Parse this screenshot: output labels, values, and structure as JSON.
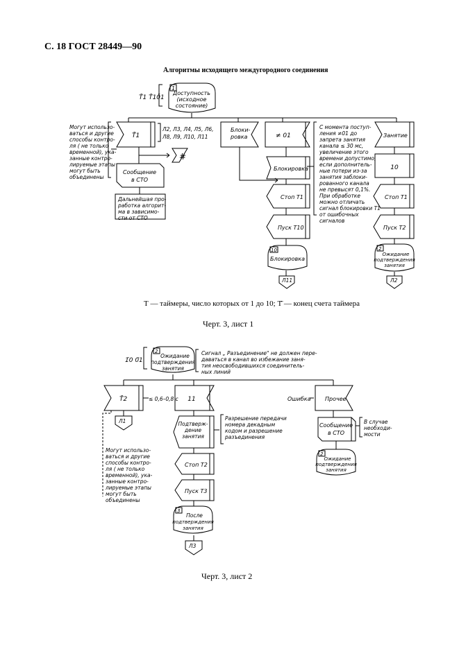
{
  "header": "С. 18 ГОСТ 28449—90",
  "title": "Алгоритмы исходящего междугородного соединения",
  "sheet1": {
    "inputs": "Т̄1  Т̄10̄1",
    "state_num": "1",
    "state": [
      "Доступность",
      "(исходное",
      "состояние)"
    ],
    "note_left": [
      "Могут использо-",
      "ваться и другие",
      "способы контро-",
      "ля ( не только",
      "временной), ука-",
      "занные контро-",
      "лируемые этапы",
      "могут быть",
      "объединены"
    ],
    "t1": "Т̄1",
    "t1_list": [
      "Л2, Л3, Л4, Л5, Л6,",
      "Л8, Л9, Л10, Л11"
    ],
    "hash": "#",
    "msg_sto": [
      "Сообщение",
      "в СТО"
    ],
    "further": [
      "Дальнейшая про-",
      "работка алгорит-",
      "ма в зависимо-",
      "сти от СТО"
    ],
    "block_in": [
      "Блоки-",
      "ровка"
    ],
    "not01": "≠ 01",
    "note_right": [
      "С момента поступ-",
      "ления ≠01 до",
      "запрета занятия",
      "канала ≤ 30 мс,",
      "увеличение этого",
      "времени допустимо,",
      "если дополнитель-",
      "ные потери из-за",
      "занятия заблоки-",
      "рованного канала",
      "не превысят 0,1%.",
      "При обработке",
      "можно отличать",
      "сигнал блокировки Т1",
      "от ошибочных",
      "сигналов"
    ],
    "blokirovka": "Блокировка",
    "stop_t1a": "Стоп Т1",
    "pusk_t10": "Пуск Т10",
    "state10_num": "10",
    "state10": "Блокировка",
    "conn_l11": "Л11",
    "zanyatie": "Занятие",
    "val10": "10",
    "stop_t1b": "Стоп Т1",
    "pusk_t2": "Пуск Т2",
    "state2_num": "2",
    "state2": [
      "Ожидание",
      "подтверждения",
      "занятия"
    ],
    "conn_l2": "Л2"
  },
  "caption1": "Т — таймеры, число которых от 1 до 10; Т̄ — конец счета таймера",
  "chert1": "Черт. 3, лист 1",
  "sheet2": {
    "inputs": "1̄0  0̄1",
    "state_num": "2",
    "state": [
      "Ожидание",
      "подтверждения",
      "занятия"
    ],
    "note_top": [
      "Сигнал „ Разъединение\" не должен пере-",
      "даваться в канал во избежание заня-",
      "тия неосвободившихся соединитель-",
      "ных линий"
    ],
    "t2": "Т̄2",
    "t2_range": "≤ 0,6–0,8 с",
    "conn_l1": "Л1",
    "note_left": [
      "Могут использо-",
      "ваться и другие",
      "способы контро-",
      "ля ( не только",
      "временной), ука-",
      "занные контро-",
      "лируемые этапы",
      "могут быть",
      "объединены"
    ],
    "val11": "11",
    "confirm": [
      "Подтверж-",
      "дение",
      "занятия"
    ],
    "note_confirm": [
      "Разрешение передачи",
      "номера декадным",
      "кодом и разрешение",
      "разъединения"
    ],
    "stop_t2": "Стоп Т2",
    "pusk_t3": "Пуск Т3",
    "state3_num": "3",
    "state3": [
      "После",
      "подтверждения",
      "занятия"
    ],
    "conn_l3": "Л3",
    "oshibka": "Ошибка",
    "prochee": "Прочее",
    "msg_sto": [
      "Сообщение",
      "в СТО"
    ],
    "note_sto": [
      "В случае",
      "необходи-",
      "мости"
    ],
    "state2b_num": "2",
    "state2b": [
      "Ожидание",
      "подтверждения",
      "занятия"
    ]
  },
  "chert2": "Черт. 3, лист 2"
}
